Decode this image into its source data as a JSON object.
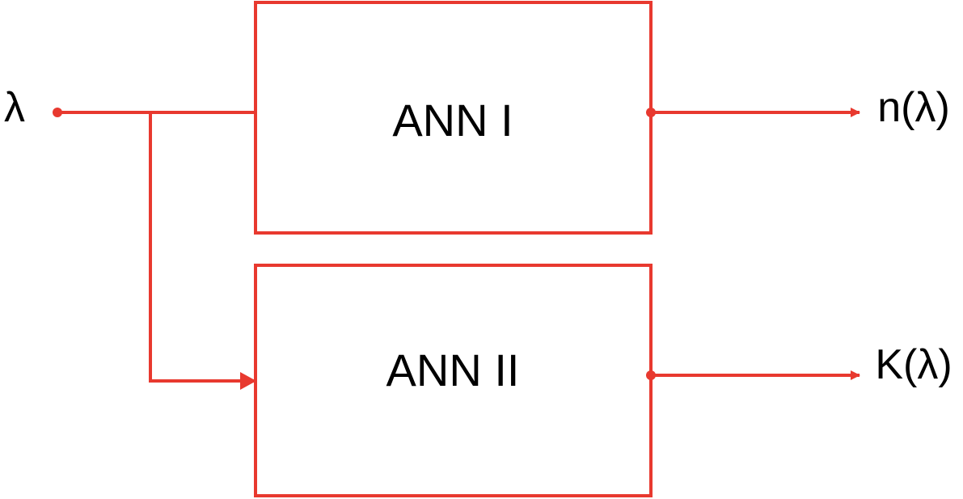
{
  "diagram": {
    "input_label": "λ",
    "blocks": [
      {
        "label": "ANN I"
      },
      {
        "label": "ANN II"
      }
    ],
    "outputs": [
      {
        "label": "n(λ)"
      },
      {
        "label": "K(λ)"
      }
    ]
  },
  "colors": {
    "line": "#e8392f",
    "text": "#000000",
    "background": "#ffffff"
  }
}
